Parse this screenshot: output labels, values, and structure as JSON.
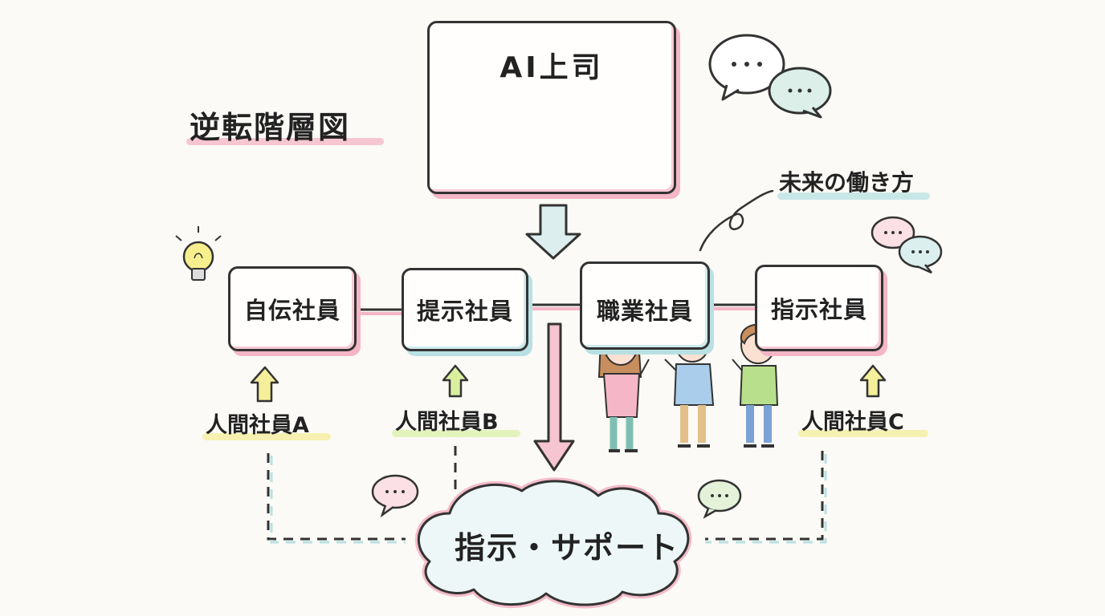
{
  "title": "逆転階層図",
  "ai_boss": {
    "label": "AI上司"
  },
  "future_label": "未来の働き方",
  "roles": [
    {
      "label": "自伝社員"
    },
    {
      "label": "提示社員"
    },
    {
      "label": "職業社員"
    },
    {
      "label": "指示社員"
    }
  ],
  "humans": [
    {
      "label": "人間社員A"
    },
    {
      "label": "人間社員B"
    },
    {
      "label": "人間社員C"
    }
  ],
  "support": {
    "label": "指示・サポート"
  },
  "colors": {
    "pink": "#f4b6c6",
    "blue": "#b9e0e3",
    "yellow": "#f5ee9a",
    "ink": "#333333"
  }
}
